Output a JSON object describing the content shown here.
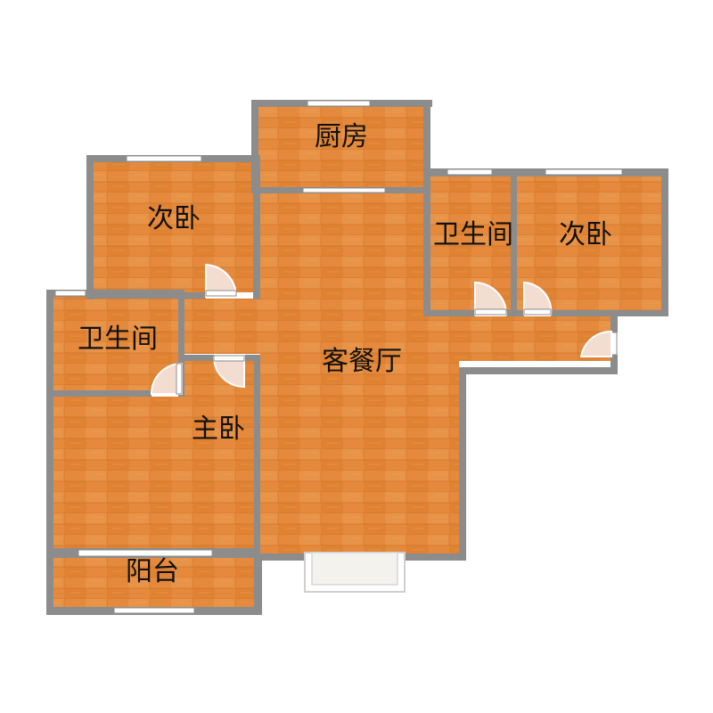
{
  "rooms": {
    "kitchen": "厨房",
    "bedroom_secondary_left": "次卧",
    "bathroom_top": "卫生间",
    "bedroom_secondary_right": "次卧",
    "bathroom_left": "卫生间",
    "living_dining": "客餐厅",
    "master_bedroom": "主卧",
    "balcony": "阳台"
  },
  "colors": {
    "background": "#ffffff",
    "wall": "#8c8c8c",
    "floor": "#e58a3c",
    "floor_line": "#c76d26",
    "window": "#ffffff",
    "door": "#f3dcd0"
  }
}
